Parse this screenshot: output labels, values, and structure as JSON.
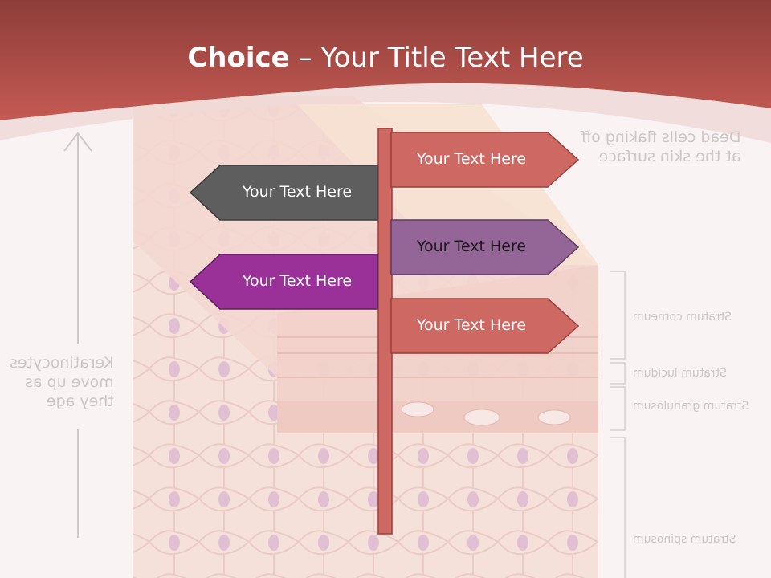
{
  "title": {
    "bold": "Choice",
    "rest": " – Your Title Text Here"
  },
  "colors": {
    "header": "#c45a53",
    "post": "#cd6863",
    "sign_gray": "#5e5e5e",
    "sign_purple": "#9a3198",
    "sign_mauve": "#946597",
    "sign_red": "#cd6863"
  },
  "signs": {
    "right_top": "Your Text Here",
    "left_gray": "Your Text Here",
    "right_mauve": "Your Text Here",
    "left_purple": "Your Text Here",
    "right_bottom": "Your Text Here"
  },
  "background_labels": {
    "keratinocytes": "Keratinocytes\nmove up as\nthey age",
    "dead_cells": "Dead cells flaking off\nat the skin surface",
    "stratum_corneum": "Stratum corneum",
    "stratum_lucidum": "Stratum lucidum",
    "stratum_granulosum": "Stratum granulosum",
    "stratum_spinosum": "Stratum spinosum"
  }
}
